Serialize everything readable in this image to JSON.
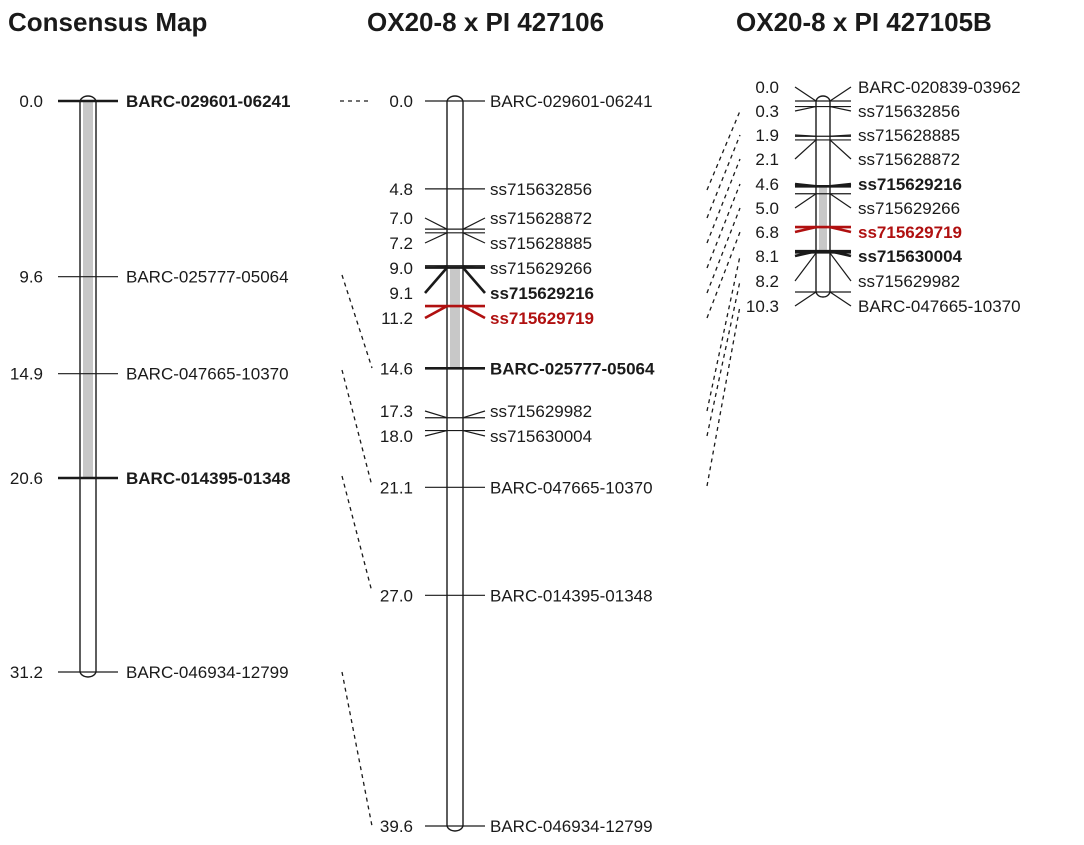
{
  "titles": [
    "Consensus Map",
    "OX20-8 x PI 427106",
    "OX20-8 x PI 427105B"
  ],
  "colors": {
    "highlight": "#b01010",
    "interval": "#c8c8c8",
    "text": "#1a1a1a"
  },
  "maps": [
    {
      "id": "consensus",
      "interval": [
        0.0,
        20.6
      ],
      "markers": [
        {
          "pos": 0.0,
          "pos_label": "0.0",
          "name": "BARC-029601-06241",
          "bold": true,
          "red": false
        },
        {
          "pos": 9.6,
          "pos_label": "9.6",
          "name": "BARC-025777-05064",
          "bold": false,
          "red": false
        },
        {
          "pos": 14.9,
          "pos_label": "14.9",
          "name": "BARC-047665-10370",
          "bold": false,
          "red": false
        },
        {
          "pos": 20.6,
          "pos_label": "20.6",
          "name": "BARC-014395-01348",
          "bold": true,
          "red": false
        },
        {
          "pos": 31.2,
          "pos_label": "31.2",
          "name": "BARC-046934-12799",
          "bold": false,
          "red": false
        }
      ]
    },
    {
      "id": "pi427106",
      "interval": [
        9.0,
        14.6
      ],
      "markers": [
        {
          "pos": 0.0,
          "pos_label": "0.0",
          "name": "BARC-029601-06241",
          "bold": false,
          "red": false
        },
        {
          "pos": 4.8,
          "pos_label": "4.8",
          "name": "ss715632856",
          "bold": false,
          "red": false
        },
        {
          "pos": 7.0,
          "pos_label": "7.0",
          "name": "ss715628872",
          "bold": false,
          "red": false
        },
        {
          "pos": 7.2,
          "pos_label": "7.2",
          "name": "ss715628885",
          "bold": false,
          "red": false
        },
        {
          "pos": 9.0,
          "pos_label": "9.0",
          "name": "ss715629266",
          "bold": false,
          "red": false
        },
        {
          "pos": 9.1,
          "pos_label": "9.1",
          "name": "ss715629216",
          "bold": true,
          "red": false
        },
        {
          "pos": 11.2,
          "pos_label": "11.2",
          "name": "ss715629719",
          "bold": true,
          "red": true
        },
        {
          "pos": 14.6,
          "pos_label": "14.6",
          "name": "BARC-025777-05064",
          "bold": true,
          "red": false
        },
        {
          "pos": 17.3,
          "pos_label": "17.3",
          "name": "ss715629982",
          "bold": false,
          "red": false
        },
        {
          "pos": 18.0,
          "pos_label": "18.0",
          "name": "ss715630004",
          "bold": false,
          "red": false
        },
        {
          "pos": 21.1,
          "pos_label": "21.1",
          "name": "BARC-047665-10370",
          "bold": false,
          "red": false
        },
        {
          "pos": 27.0,
          "pos_label": "27.0",
          "name": "BARC-014395-01348",
          "bold": false,
          "red": false
        },
        {
          "pos": 39.6,
          "pos_label": "39.6",
          "name": "BARC-046934-12799",
          "bold": false,
          "red": false
        }
      ]
    },
    {
      "id": "pi427105b",
      "interval": [
        4.6,
        8.1
      ],
      "markers": [
        {
          "pos": 0.0,
          "pos_label": "0.0",
          "name": "BARC-020839-03962",
          "bold": false,
          "red": false
        },
        {
          "pos": 0.3,
          "pos_label": "0.3",
          "name": "ss715632856",
          "bold": false,
          "red": false
        },
        {
          "pos": 1.9,
          "pos_label": "1.9",
          "name": "ss715628885",
          "bold": false,
          "red": false
        },
        {
          "pos": 2.1,
          "pos_label": "2.1",
          "name": "ss715628872",
          "bold": false,
          "red": false
        },
        {
          "pos": 4.6,
          "pos_label": "4.6",
          "name": "ss715629216",
          "bold": true,
          "red": false
        },
        {
          "pos": 5.0,
          "pos_label": "5.0",
          "name": "ss715629266",
          "bold": false,
          "red": false
        },
        {
          "pos": 6.8,
          "pos_label": "6.8",
          "name": "ss715629719",
          "bold": true,
          "red": true
        },
        {
          "pos": 8.1,
          "pos_label": "8.1",
          "name": "ss715630004",
          "bold": true,
          "red": false
        },
        {
          "pos": 8.2,
          "pos_label": "8.2",
          "name": "ss715629982",
          "bold": false,
          "red": false
        },
        {
          "pos": 10.3,
          "pos_label": "10.3",
          "name": "BARC-047665-10370",
          "bold": false,
          "red": false
        }
      ]
    }
  ]
}
